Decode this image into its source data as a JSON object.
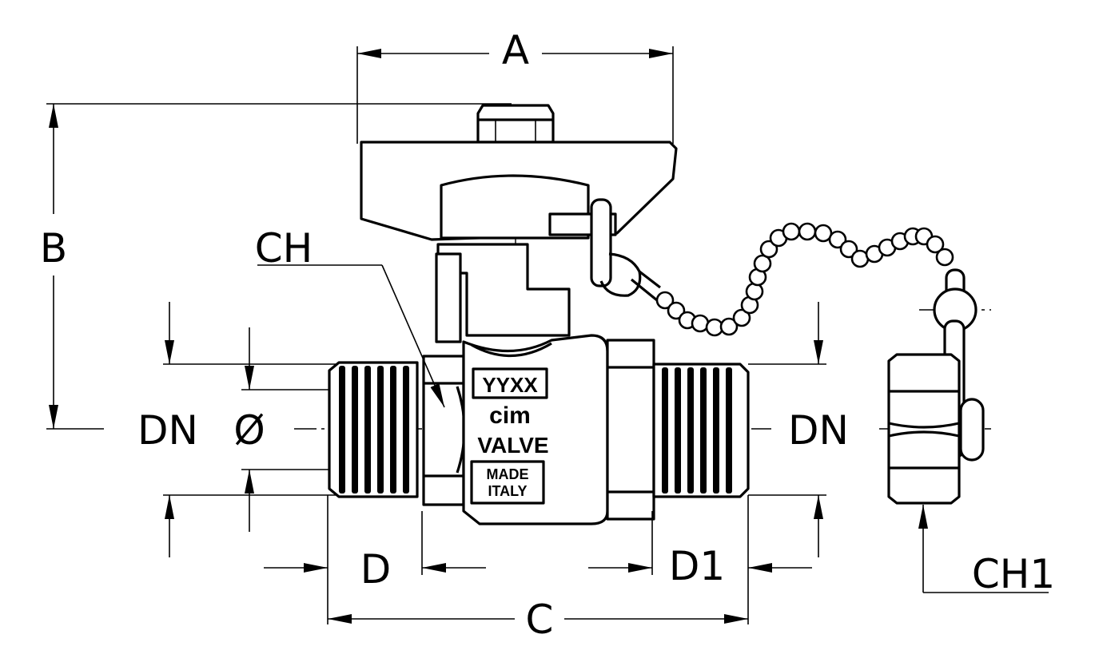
{
  "drawing": {
    "labels": {
      "A": "A",
      "B": "B",
      "C": "C",
      "D": "D",
      "D1": "D1",
      "CH": "CH",
      "CH1": "CH1",
      "DN_left": "DN",
      "DN_right": "DN",
      "diameter": "Ø"
    },
    "body_marking": {
      "code": "YYXX",
      "brand": "cim",
      "product": "VALVE",
      "origin_line1": "MADE",
      "origin_line2": "ITALY"
    }
  }
}
